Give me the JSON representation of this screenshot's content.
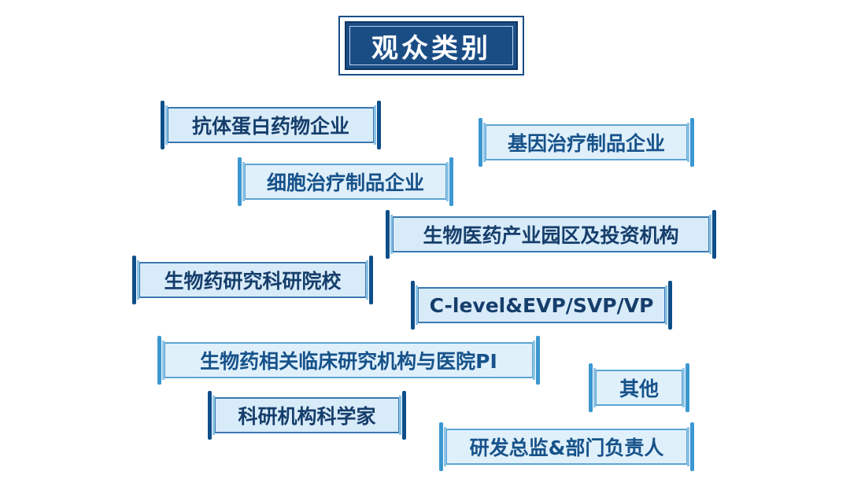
{
  "title": "观众类别",
  "categories": [
    {
      "label": "抗体蛋白药物企业"
    },
    {
      "label": "基因治疗制品企业"
    },
    {
      "label": "细胞治疗制品企业"
    },
    {
      "label": "生物医药产业园区及投资机构"
    },
    {
      "label": "生物药研究科研院校"
    },
    {
      "label": "C-level&EVP/SVP/VP"
    },
    {
      "label": "生物药相关临床研究机构与医院PI"
    },
    {
      "label": "其他"
    },
    {
      "label": "科研机构科学家"
    },
    {
      "label": "研发总监&部门负责人"
    }
  ],
  "colors": {
    "dark_blue": "#1b4d85",
    "tag_fill": "#dff0fb",
    "tag_border": "#5ea4d2",
    "text_blue": "#17528a"
  }
}
